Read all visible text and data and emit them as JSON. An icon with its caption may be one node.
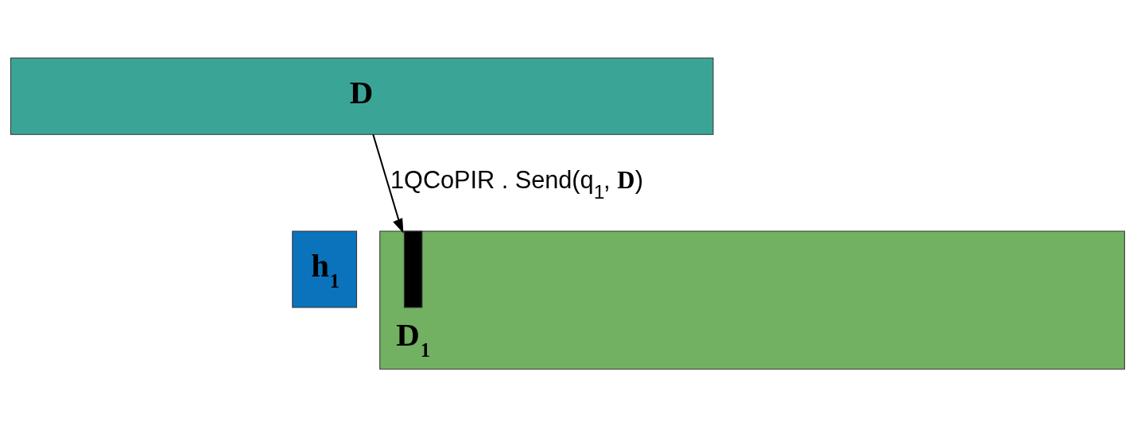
{
  "diagram": {
    "nodes": [
      {
        "text": [
          "D"
        ]
      },
      {
        "text": [
          "h$_{1}$"
        ]
      },
      {
        "text": [
          "D$_{1}$"
        ]
      },
      {
        "text": [],
        "shape": "bar",
        "in": 2
      }
    ],
    "edges": [
      {
        "from": 0,
        "to": 2,
        "arrow": "to",
        "label": "1QCoPIR . Send(q$_{1}$, **D**)"
      }
    ]
  }
}
